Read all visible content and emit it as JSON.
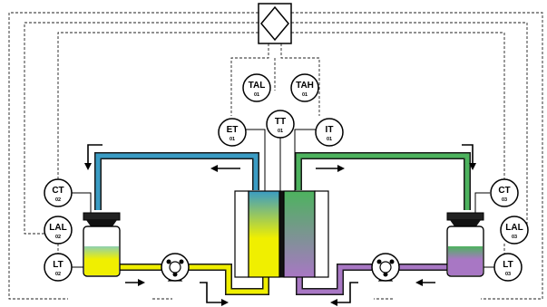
{
  "instruments": {
    "TAL01": {
      "tag": "TAL",
      "num": "01"
    },
    "TAH01": {
      "tag": "TAH",
      "num": "01"
    },
    "ET01": {
      "tag": "ET",
      "num": "01"
    },
    "TT01": {
      "tag": "TT",
      "num": "01"
    },
    "IT01": {
      "tag": "IT",
      "num": "01"
    },
    "CT02": {
      "tag": "CT",
      "num": "02"
    },
    "LAL02": {
      "tag": "LAL",
      "num": "02"
    },
    "LT02": {
      "tag": "LT",
      "num": "02"
    },
    "CT03": {
      "tag": "CT",
      "num": "03"
    },
    "LAL03": {
      "tag": "LAL",
      "num": "03"
    },
    "LT03": {
      "tag": "LT",
      "num": "03"
    }
  },
  "colors": {
    "blue": "#3a9cc4",
    "yellow": "#f0ef00",
    "green": "#4db35e",
    "purple": "#a877c4",
    "pipe_outline": "#1a1a1a",
    "signal_line": "#222222",
    "background": "#ffffff"
  },
  "icons": {
    "controller": "diamond-in-square-icon",
    "pump": "peristaltic-pump-icon",
    "reservoir": "reservoir-bottle-icon",
    "cell": "flow-cell-stack-icon"
  }
}
